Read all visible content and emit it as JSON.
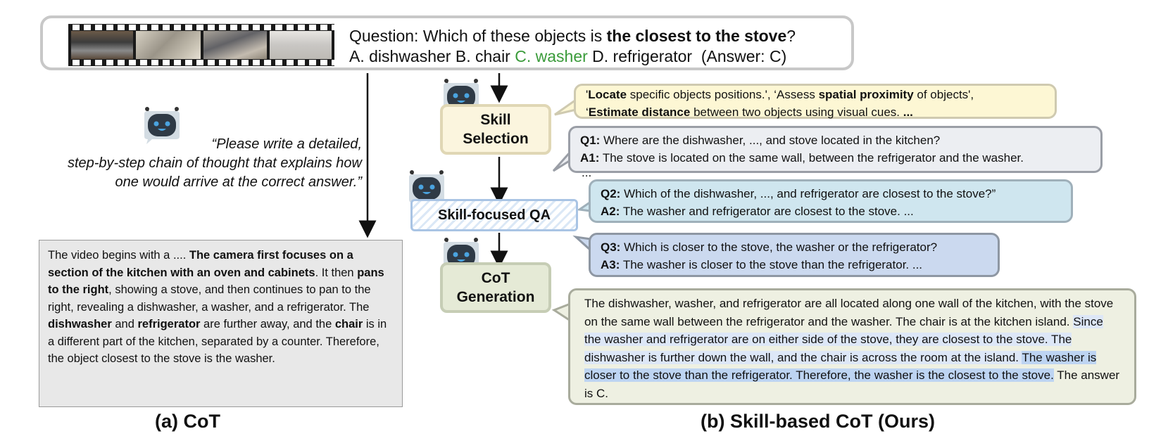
{
  "question": {
    "prefix": "Question: Which of these objects is ",
    "bold": "the closest to the stove",
    "suffix": "?",
    "option_a": "A. dishwasher",
    "option_b": "B. chair",
    "option_c": "C. washer",
    "option_d": "D. refrigerator",
    "answer": "(Answer: C)"
  },
  "left": {
    "prompt_l1": "“Please write a detailed,",
    "prompt_l2": "step-by-step chain of thought that explains how",
    "prompt_l3": "one would arrive at the correct answer.”",
    "cot": {
      "t1": "The video begins with a .... ",
      "b1": "The camera first focuses on a section of the kitchen with an oven and cabinets",
      "t2": ". It then ",
      "b2": "pans to the right",
      "t3": ", showing a stove, and then continues to pan to the right, revealing a dishwasher, a washer, and a refrigerator. The ",
      "b3": "dishwasher",
      "t4": " and ",
      "b4": "refrigerator",
      "t5": " are further away, and the ",
      "b5": "chair",
      "t6": " is in a different part of the kitchen, separated by a counter. Therefore, the object closest to the stove is the washer."
    },
    "caption": "(a) CoT"
  },
  "flow": {
    "skill_selection_l1": "Skill",
    "skill_selection_l2": "Selection",
    "skill_qa": "Skill-focused QA",
    "cot_generation_l1": "CoT",
    "cot_generation_l2": "Generation"
  },
  "skills": {
    "q1": "'",
    "b1": "Locate",
    "t1": " specific objects positions.', ‘Assess ",
    "b2": "spatial proximity",
    "t2": " of objects',",
    "q2": "‘",
    "b3": "Estimate distance",
    "t3": " between two objects using visual cues. ",
    "b4": "..."
  },
  "qa": {
    "q1_label": "Q1:",
    "q1_text": " Where are the dishwasher, ..., and stove located in the kitchen?",
    "a1_label": "A1:",
    "a1_text": " The stove is located on the same wall, between the refrigerator and the washer.",
    "ellipsis": "...",
    "q2_label": "Q2:",
    "q2_text": " Which of the dishwasher, ..., and refrigerator are closest to the stove?”",
    "a2_label": "A2:",
    "a2_text": " The washer and refrigerator are closest to the stove.  ...",
    "q3_label": "Q3:",
    "q3_text": " Which is closer to the stove, the washer or the refrigerator?",
    "a3_label": "A3:",
    "a3_text": " The washer is closer to the stove than the refrigerator.  ..."
  },
  "final": {
    "p1": "The dishwasher, washer, and refrigerator are all located along one wall of the kitchen, with the stove on the same wall between the refrigerator and the washer. The chair is at the kitchen island. ",
    "p2": "Since the washer and refrigerator are on either side of the stove, they are closest to the stove. The dishwasher is further down the wall, and the chair is across the room at the island. ",
    "p3": "The washer is closer to the stove than the refrigerator. Therefore, the washer is the closest to the stove.",
    "p4": " The answer is C."
  },
  "caption_b": "(b) Skill-based CoT (Ours)",
  "colors": {
    "green": "#3a9b3a",
    "skill_node": "#fbf5de",
    "cot_node": "#e5ead6",
    "qa_node": "#dbe8f6"
  }
}
